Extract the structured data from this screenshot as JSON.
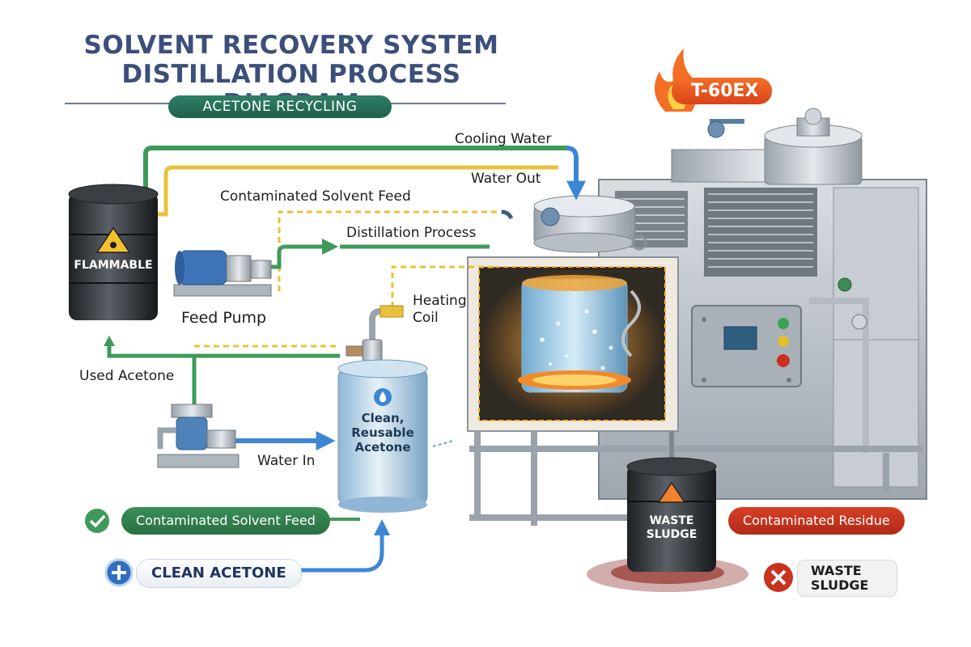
{
  "header": {
    "title_line1": "SOLVENT RECOVERY SYSTEM",
    "title_line2": "DISTILLATION PROCESS DIAGRAM",
    "subtitle": "ACETONE RECYCLING"
  },
  "model_badge": "T-60EX",
  "labels": {
    "cooling_water": "Cooling Water",
    "water_out": "Water Out",
    "contaminated_feed": "Contaminated Solvent Feed",
    "distillation": "Distillation Process",
    "heating_coil_line1": "Heating",
    "heating_coil_line2": "Coil",
    "feed_pump": "Feed Pump",
    "used_acetone": "Used Acetone",
    "water_in": "Water In"
  },
  "drums": {
    "flammable": "FLAMMABLE",
    "clean_line1": "Clean,",
    "clean_line2": "Reusable",
    "clean_line3": "Acetone",
    "waste_line1": "WASTE",
    "waste_line2": "SLUDGE"
  },
  "legend": {
    "feed_pill": "Contaminated Solvent Feed",
    "clean_pill": "CLEAN ACETONE",
    "residue_pill": "Contaminated Residue",
    "waste_line1": "WASTE",
    "waste_line2": "SLUDGE"
  },
  "colors": {
    "green": "#3f9a5a",
    "blue": "#3c86d6",
    "yellow": "#e8c23a",
    "red": "#c8321e",
    "navy": "#3c4f7a"
  },
  "icons": [
    "flame-icon",
    "check-icon",
    "plus-icon",
    "x-icon",
    "droplet-icon",
    "hazard-icon"
  ]
}
